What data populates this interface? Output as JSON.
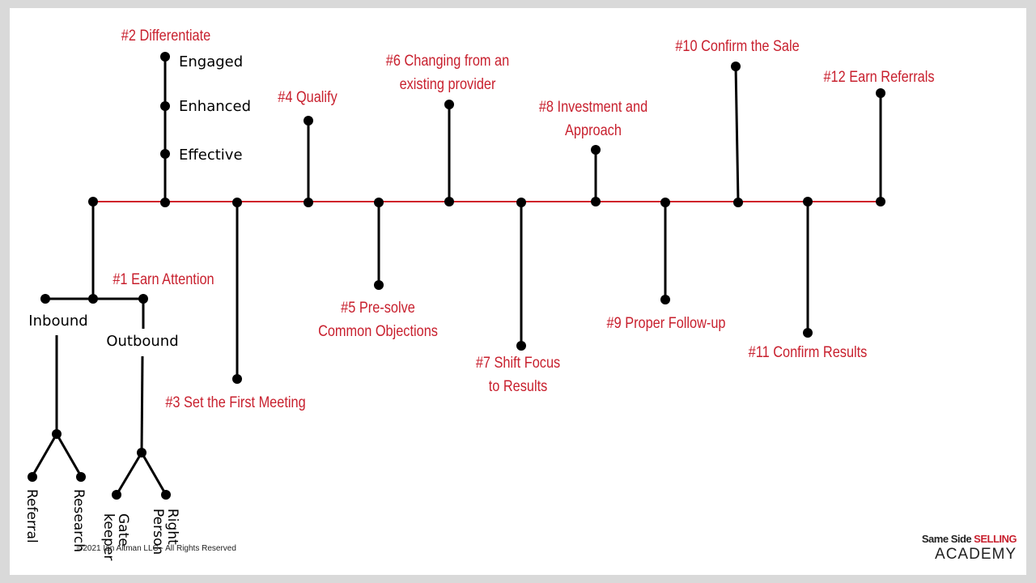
{
  "steps": [
    {
      "number": "#1",
      "title": "Earn Attention"
    },
    {
      "number": "#2",
      "title": "Differentiate",
      "levels": [
        "Engaged",
        "Enhanced",
        "Effective"
      ]
    },
    {
      "number": "#3",
      "title": "Set the First Meeting"
    },
    {
      "number": "#4",
      "title": "Qualify"
    },
    {
      "number": "#5",
      "title_lines": [
        "Pre-solve",
        "Common Objections"
      ]
    },
    {
      "number": "#6",
      "title_lines": [
        "Changing from an",
        "existing provider"
      ]
    },
    {
      "number": "#7",
      "title_lines": [
        "Shift Focus",
        "to Results"
      ]
    },
    {
      "number": "#8",
      "title_lines": [
        "Investment and",
        "Approach"
      ]
    },
    {
      "number": "#9",
      "title": "Proper Follow-up"
    },
    {
      "number": "#10",
      "title": "Confirm the Sale"
    },
    {
      "number": "#11",
      "title": "Confirm Results"
    },
    {
      "number": "#12",
      "title": "Earn Referrals"
    }
  ],
  "attention_tree": {
    "inbound": {
      "label": "Inbound",
      "children": [
        "Referral",
        "Research"
      ]
    },
    "outbound": {
      "label": "Outbound",
      "children": [
        "Gate keeper",
        "Right Person"
      ],
      "children_lines": [
        [
          "Gate",
          "keeper"
        ],
        [
          "Right",
          "Person"
        ]
      ]
    }
  },
  "footer": {
    "copyright": "©2021 Ian Altman LLC - All Rights Reserved"
  },
  "logo": {
    "line1_part1": "Same Side",
    "line1_part2": "SELLING",
    "line2": "ACADEMY"
  },
  "colors": {
    "timeline": "#d0202a",
    "label_red": "#c8202e",
    "connector": "#000000",
    "background": "#ffffff",
    "frame": "#d9d9d9"
  }
}
